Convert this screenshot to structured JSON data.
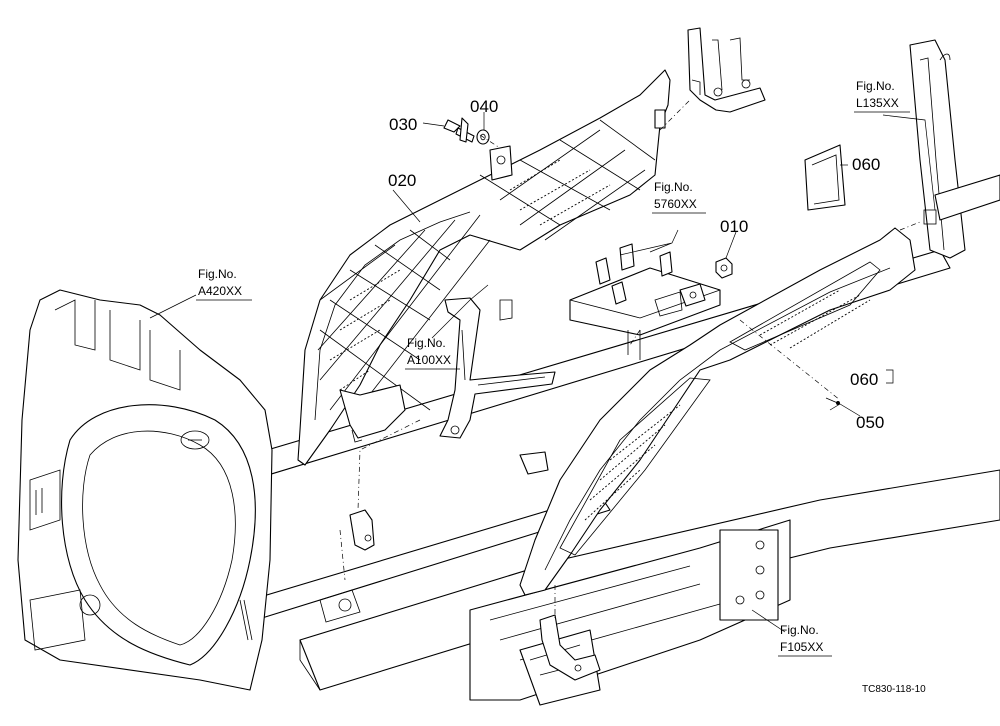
{
  "diagram": {
    "part_labels": {
      "p010": "010",
      "p020": "020",
      "p030": "030",
      "p040": "040",
      "p050": "050",
      "p060_top": "060",
      "p060_side": "060"
    },
    "figure_refs": {
      "l135": {
        "line1": "Fig.No.",
        "line2": "L135XX"
      },
      "s5760": {
        "line1": "Fig.No.",
        "line2": "5760XX"
      },
      "a420": {
        "line1": "Fig.No.",
        "line2": "A420XX"
      },
      "a100": {
        "line1": "Fig.No.",
        "line2": "A100XX"
      },
      "f105": {
        "line1": "Fig.No.",
        "line2": "F105XX"
      }
    },
    "drawing_code": "TC830-118-10"
  }
}
